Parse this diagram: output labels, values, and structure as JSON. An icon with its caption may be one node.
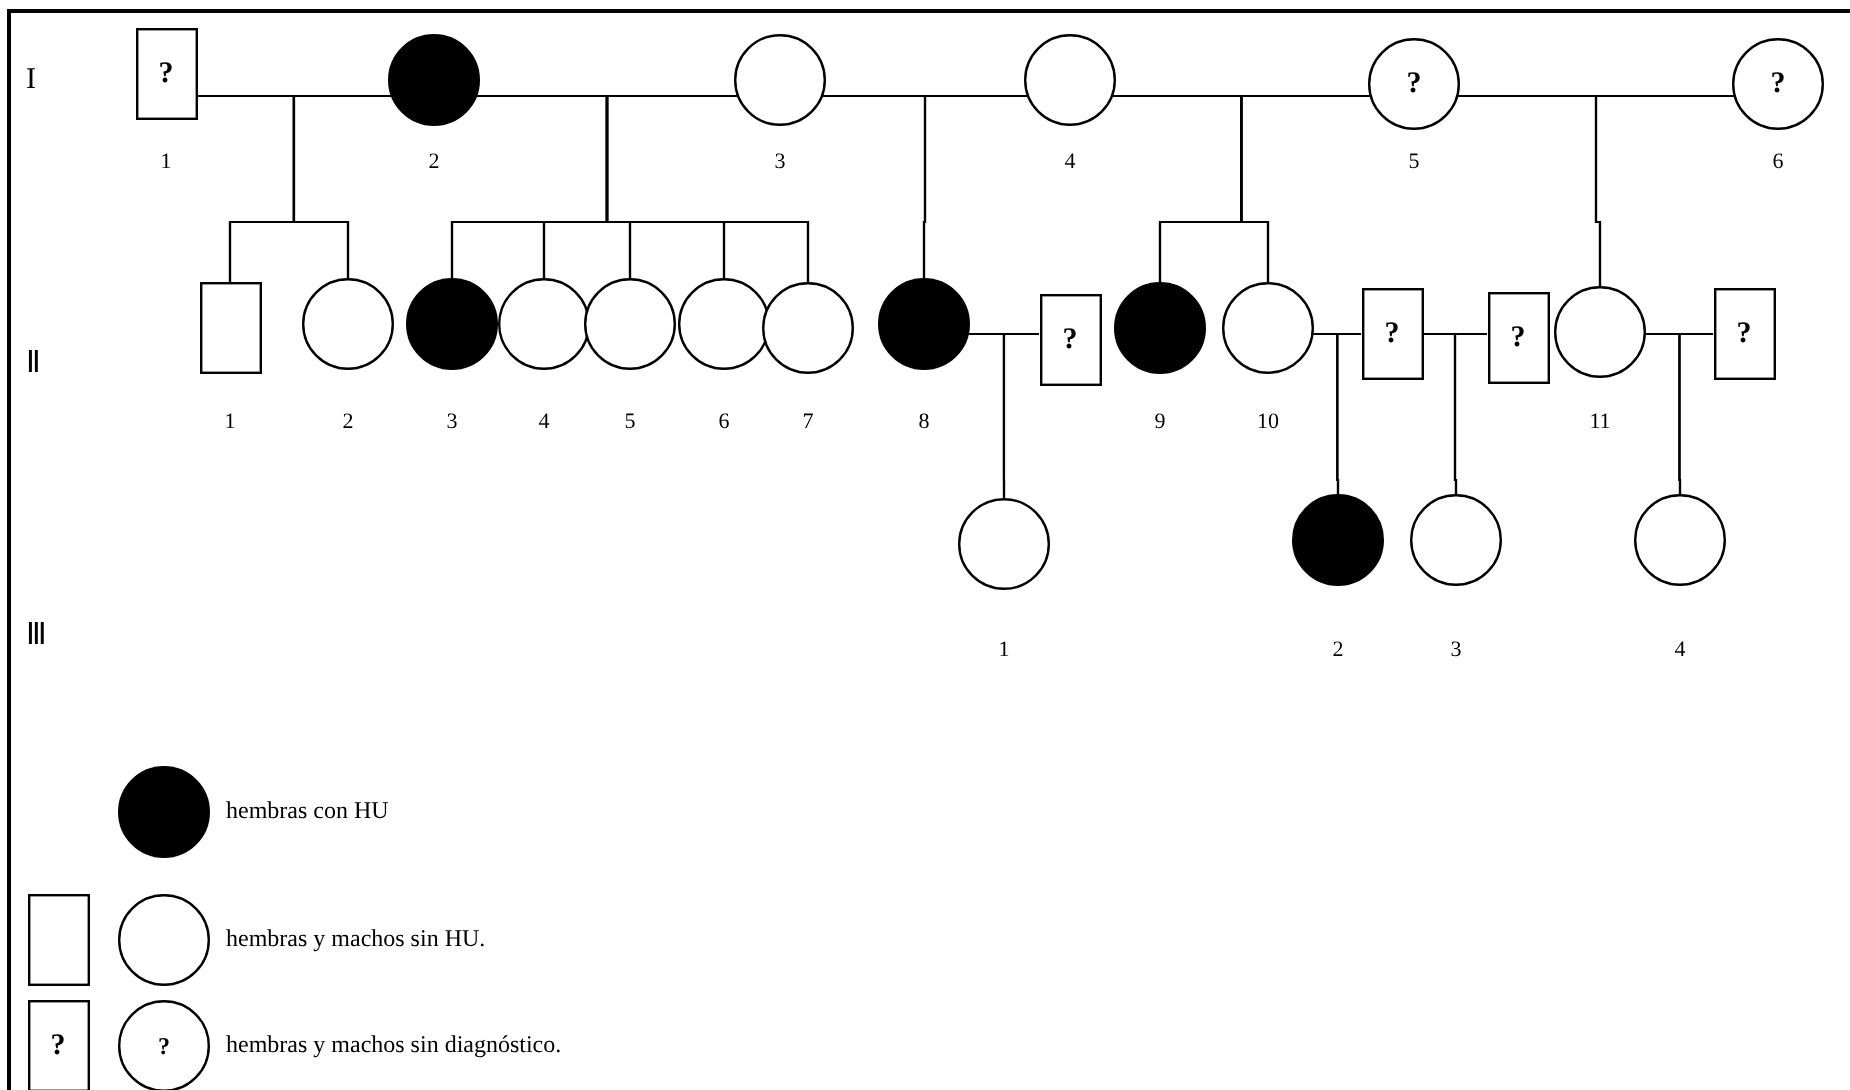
{
  "diagram": {
    "nodes": [
      {
        "text": [
          "?"
        ],
        "beside": [
          "1"
        ]
      },
      {
        "text": [],
        "shape": "circle",
        "beside": [
          "2"
        ]
      },
      {
        "text": [],
        "shape": "circle",
        "beside": [
          "3"
        ]
      },
      {
        "text": [],
        "shape": "circle",
        "beside": [
          "4"
        ]
      },
      {
        "text": [
          "?"
        ],
        "beside": [
          "5"
        ]
      },
      {
        "text": [
          "?"
        ],
        "beside": [
          "6"
        ]
      },
      {
        "text": [],
        "shape": "box",
        "beside": [
          "1"
        ]
      },
      {
        "text": [],
        "shape": "circle",
        "beside": [
          "2"
        ]
      },
      {
        "text": [],
        "shape": "circle",
        "beside": [
          "3"
        ]
      },
      {
        "text": [],
        "shape": "circle",
        "beside": [
          "4"
        ]
      },
      {
        "text": [],
        "shape": "circle",
        "beside": [
          "5"
        ]
      },
      {
        "text": [],
        "shape": "circle",
        "beside": [
          "6"
        ]
      },
      {
        "text": [],
        "shape": "circle",
        "beside": [
          "7"
        ]
      },
      {
        "text": [],
        "shape": "circle",
        "beside": [
          "8"
        ]
      },
      {
        "text": [
          "?"
        ]
      },
      {
        "text": [],
        "shape": "circle",
        "beside": [
          "9"
        ]
      },
      {
        "text": [],
        "shape": "circle",
        "beside": [
          "10"
        ]
      },
      {
        "text": [
          "?"
        ]
      },
      {
        "text": [
          "?"
        ]
      },
      {
        "text": [],
        "shape": "circle",
        "beside": [
          "11"
        ]
      },
      {
        "text": [
          "?"
        ]
      },
      {
        "text": [],
        "shape": "circle",
        "beside": [
          "1"
        ]
      },
      {
        "text": [],
        "shape": "circle",
        "beside": [
          "2"
        ]
      },
      {
        "text": [],
        "shape": "circle",
        "beside": [
          "3"
        ]
      },
      {
        "text": [],
        "shape": "circle",
        "beside": [
          "4"
        ]
      }
    ],
    "edges": [
      {
        "from": 0,
        "to": 1,
        "arrow": "none"
      },
      {
        "from": 1,
        "to": 2,
        "arrow": "none"
      },
      {
        "from": 2,
        "to": 3,
        "arrow": "none"
      },
      {
        "from": 3,
        "to": 4,
        "arrow": "none"
      },
      {
        "from": 4,
        "to": 5,
        "arrow": "none"
      },
      {
        "from": 0,
        "to": 6,
        "arrow": "none"
      },
      {
        "from": 1,
        "to": 6,
        "arrow": "none"
      },
      {
        "from": 0,
        "to": 7,
        "arrow": "none"
      },
      {
        "from": 1,
        "to": 7,
        "arrow": "none"
      },
      {
        "from": 1,
        "to": 8,
        "arrow": "none"
      },
      {
        "from": 2,
        "to": 8,
        "arrow": "none"
      },
      {
        "from": 1,
        "to": 9,
        "arrow": "none"
      },
      {
        "from": 2,
        "to": 9,
        "arrow": "none"
      },
      {
        "from": 1,
        "to": 10,
        "arrow": "none"
      },
      {
        "from": 2,
        "to": 10,
        "arrow": "none"
      },
      {
        "from": 1,
        "to": 11,
        "arrow": "none"
      },
      {
        "from": 2,
        "to": 11,
        "arrow": "none"
      },
      {
        "from": 1,
        "to": 12,
        "arrow": "none"
      },
      {
        "from": 2,
        "to": 12,
        "arrow": "none"
      },
      {
        "from": 2,
        "to": 13,
        "arrow": "none"
      },
      {
        "from": 3,
        "to": 13,
        "arrow": "none"
      },
      {
        "from": 3,
        "to": 15,
        "arrow": "none"
      },
      {
        "from": 4,
        "to": 15,
        "arrow": "none"
      },
      {
        "from": 3,
        "to": 16,
        "arrow": "none"
      },
      {
        "from": 4,
        "to": 16,
        "arrow": "none"
      },
      {
        "from": 4,
        "to": 19,
        "arrow": "none"
      },
      {
        "from": 5,
        "to": 19,
        "arrow": "none"
      },
      {
        "from": 13,
        "to": 14,
        "arrow": "none"
      },
      {
        "from": 16,
        "to": 17,
        "arrow": "none"
      },
      {
        "from": 17,
        "to": 18,
        "arrow": "none"
      },
      {
        "from": 19,
        "to": 20,
        "arrow": "none"
      },
      {
        "from": 13,
        "to": 21,
        "arrow": "none"
      },
      {
        "from": 14,
        "to": 21,
        "arrow": "none"
      },
      {
        "from": 16,
        "to": 22,
        "arrow": "none"
      },
      {
        "from": 17,
        "to": 22,
        "arrow": "none"
      },
      {
        "from": 17,
        "to": 23,
        "arrow": "none"
      },
      {
        "from": 18,
        "to": 23,
        "arrow": "none"
      },
      {
        "from": 19,
        "to": 24,
        "arrow": "none"
      },
      {
        "from": 20,
        "to": 24,
        "arrow": "none"
      }
    ],
    "labels": [
      "I",
      "Ⅱ",
      "Ⅲ",
      "?",
      "?"
    ],
    "legend": [
      {
        "text": "hembras con HU"
      },
      {
        "text": "hembras y machos sin HU."
      },
      {
        "text": "hembras y machos sin diagnóstico."
      }
    ]
  }
}
